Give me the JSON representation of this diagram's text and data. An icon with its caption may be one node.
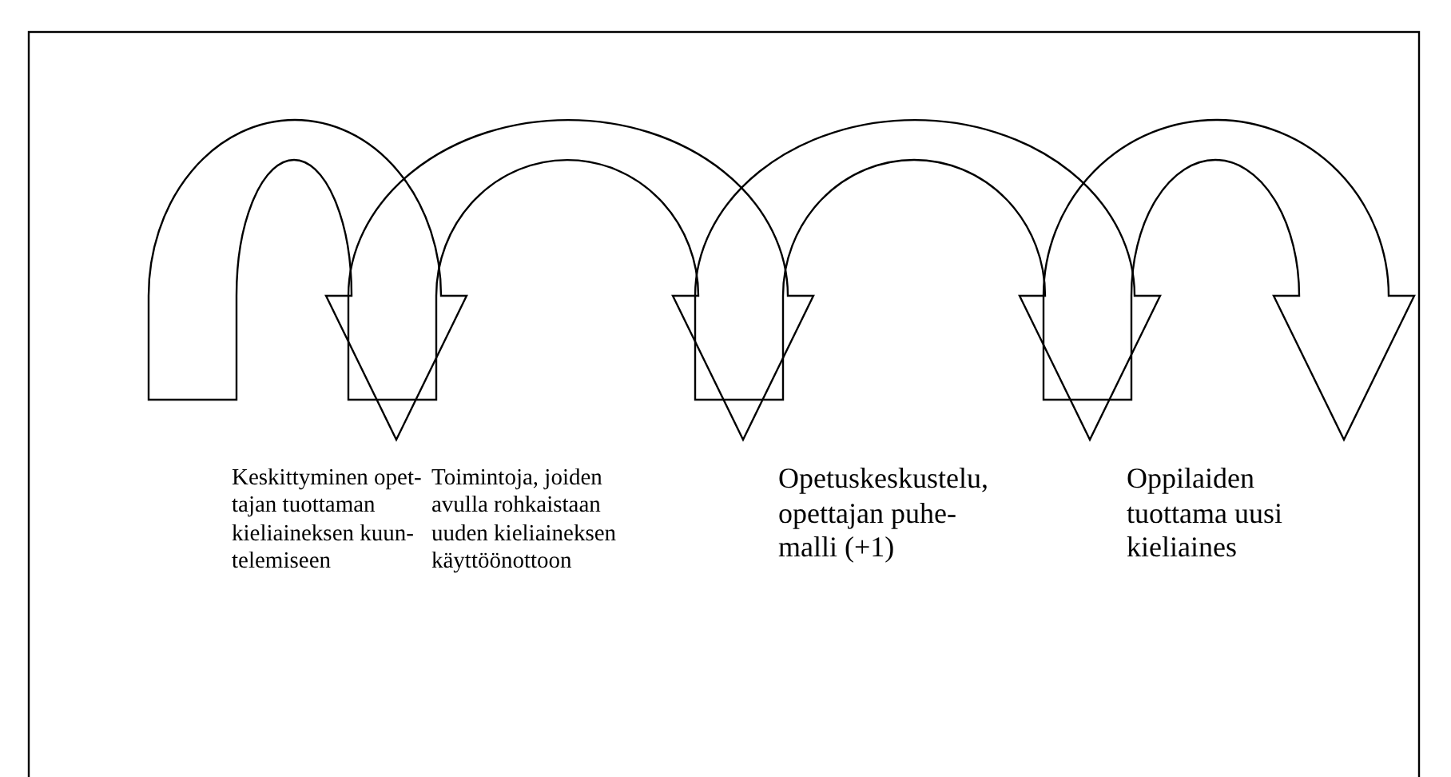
{
  "diagram": {
    "labels": [
      "Keskittyminen opet- tajan tuottaman kieliaineksen kuun- telemiseen",
      "Toimintoja, joiden avulla rohkaistaan uuden kieliaineksen käyttöönottoon",
      "Opetuskeskustelu, opettajan puhe- malli (+1)",
      "Oppilaiden tuottama uusi kieliaines"
    ]
  }
}
